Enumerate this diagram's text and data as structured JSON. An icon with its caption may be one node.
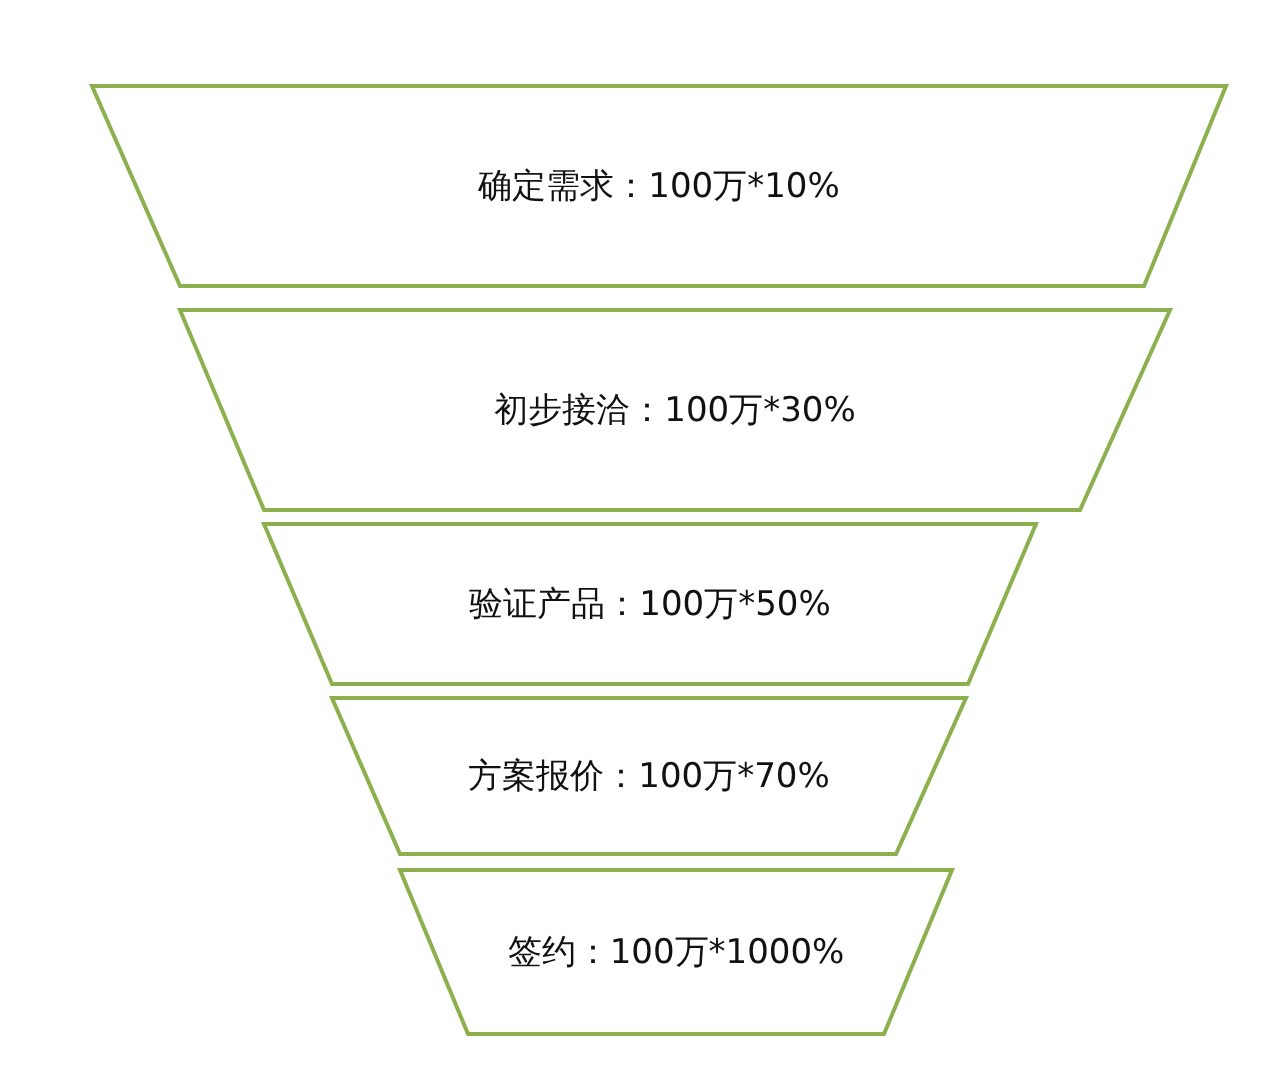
{
  "diagram": {
    "nodes": [
      {
        "text": [
          "确定需求：100万*10%"
        ]
      },
      {
        "text": [
          "初步接洽：100万*30%"
        ]
      },
      {
        "text": [
          "验证产品：100万*50%"
        ]
      },
      {
        "text": [
          "方案报价：100万*70%"
        ]
      },
      {
        "text": [
          "签约：100万*1000%"
        ]
      }
    ]
  }
}
